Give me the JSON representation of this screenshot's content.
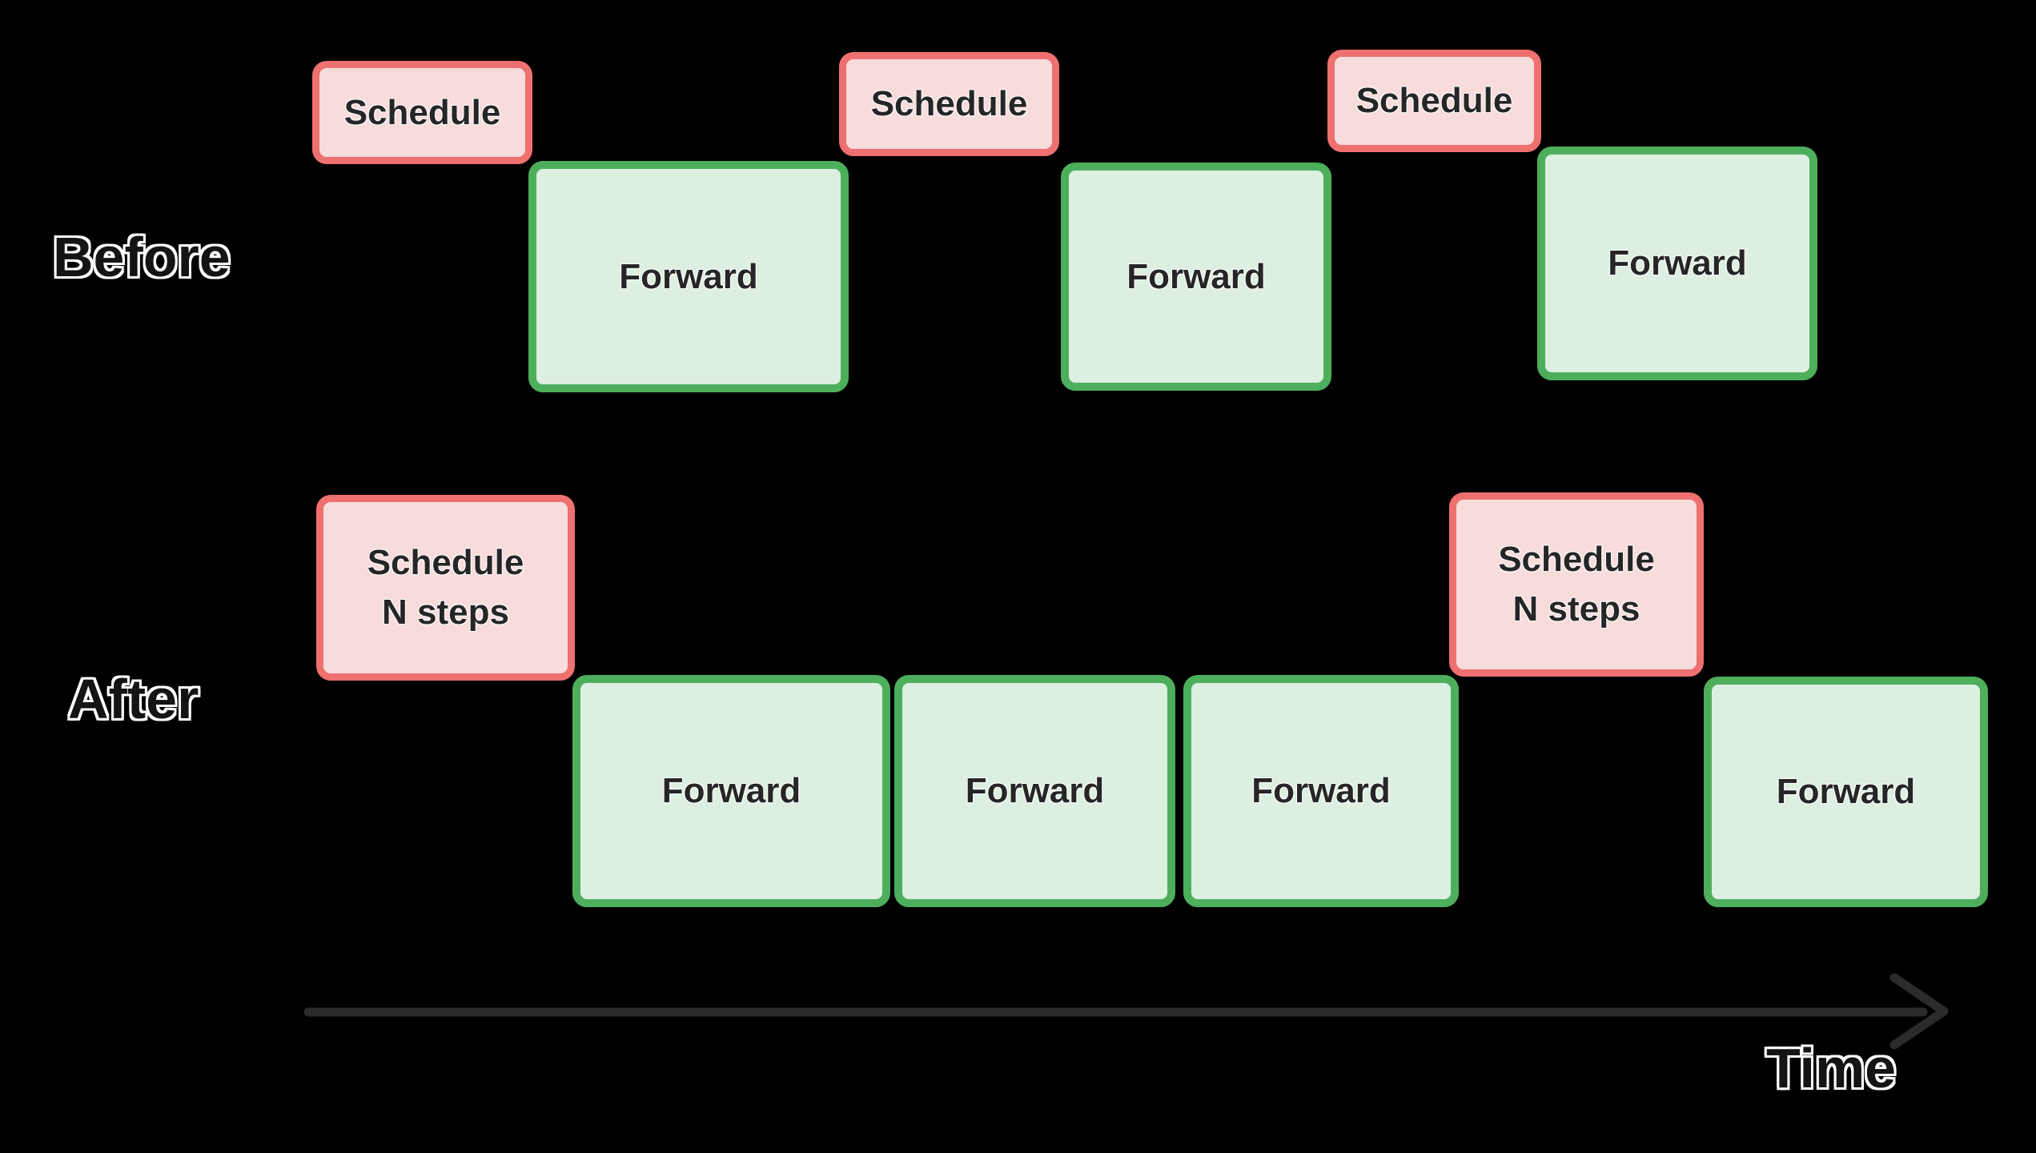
{
  "diagram": {
    "background": "#000000",
    "rows": {
      "before_label": "Before",
      "after_label": "After"
    },
    "boxes": [
      {
        "row": "before",
        "kind": "schedule",
        "label": "Schedule"
      },
      {
        "row": "before",
        "kind": "forward",
        "label": "Forward"
      },
      {
        "row": "before",
        "kind": "schedule",
        "label": "Schedule"
      },
      {
        "row": "before",
        "kind": "forward",
        "label": "Forward"
      },
      {
        "row": "before",
        "kind": "schedule",
        "label": "Schedule"
      },
      {
        "row": "before",
        "kind": "forward",
        "label": "Forward"
      },
      {
        "row": "after",
        "kind": "schedule",
        "label": "Schedule\nN steps"
      },
      {
        "row": "after",
        "kind": "forward",
        "label": "Forward"
      },
      {
        "row": "after",
        "kind": "forward",
        "label": "Forward"
      },
      {
        "row": "after",
        "kind": "forward",
        "label": "Forward"
      },
      {
        "row": "after",
        "kind": "schedule",
        "label": "Schedule\nN steps"
      },
      {
        "row": "after",
        "kind": "forward",
        "label": "Forward"
      }
    ],
    "timeline": {
      "label": "Time"
    },
    "colors": {
      "schedule_fill": "#f8dcdc",
      "schedule_border": "#ef7070",
      "forward_fill": "#dcefe0",
      "forward_border": "#4daf5c",
      "box_text": "#262626",
      "outlined_text": "#141414",
      "text_outline": "#ffffff",
      "arrow": "#2b2b2b"
    }
  }
}
